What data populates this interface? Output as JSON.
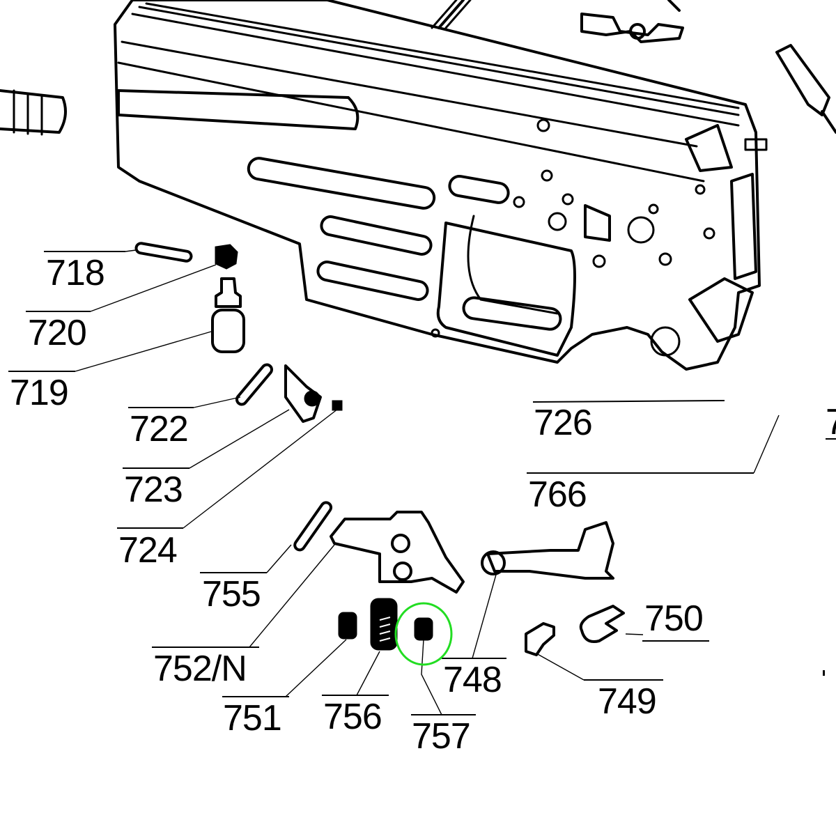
{
  "diagram": {
    "type": "exploded-parts-view",
    "subject": "receiver and trigger group parts",
    "highlight_color": "#22dd22",
    "highlighted_part": "757",
    "labels": [
      {
        "id": "718",
        "text": "718"
      },
      {
        "id": "720",
        "text": "720"
      },
      {
        "id": "719",
        "text": "719"
      },
      {
        "id": "722",
        "text": "722"
      },
      {
        "id": "723",
        "text": "723"
      },
      {
        "id": "724",
        "text": "724"
      },
      {
        "id": "726",
        "text": "726"
      },
      {
        "id": "766",
        "text": "766"
      },
      {
        "id": "755",
        "text": "755"
      },
      {
        "id": "752N",
        "text": "752/N"
      },
      {
        "id": "751",
        "text": "751"
      },
      {
        "id": "756",
        "text": "756"
      },
      {
        "id": "757",
        "text": "757"
      },
      {
        "id": "748",
        "text": "748"
      },
      {
        "id": "749",
        "text": "749"
      },
      {
        "id": "750",
        "text": "750"
      },
      {
        "id": "edge",
        "text": "7"
      }
    ]
  }
}
